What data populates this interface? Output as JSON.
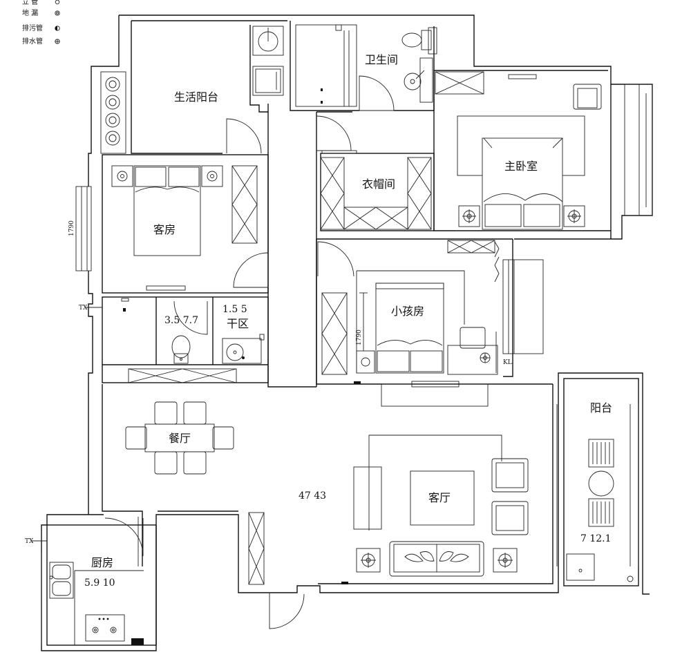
{
  "legend": [
    {
      "label": "立 管",
      "icon": "open-circle-icon"
    },
    {
      "label": "地 漏",
      "icon": "floor-drain-icon"
    },
    {
      "label": "排污管",
      "icon": "half-filled-circle-icon"
    },
    {
      "label": "排水管",
      "icon": "crossed-circle-icon"
    }
  ],
  "rooms": {
    "laundry_balcony": "生活阳台",
    "bathroom": "卫生间",
    "master_bedroom": "主卧室",
    "walk_in_closet": "衣帽间",
    "guest_room": "客房",
    "child_room": "小孩房",
    "dry_zone": "干区",
    "dining_room": "餐厅",
    "living_room": "客厅",
    "balcony": "阳台",
    "kitchen": "厨房"
  },
  "areas": {
    "guest_bath": "3.5 7.7",
    "dry_zone": "1.5 5",
    "living_dining": "47 43",
    "balcony": "7 12.1",
    "kitchen": "5.9 10"
  },
  "dimensions": {
    "guest_window": "1790",
    "child_window": "1790"
  },
  "markers": {
    "tx_upper": "TX",
    "tx_lower": "TX",
    "kl": "KL"
  }
}
